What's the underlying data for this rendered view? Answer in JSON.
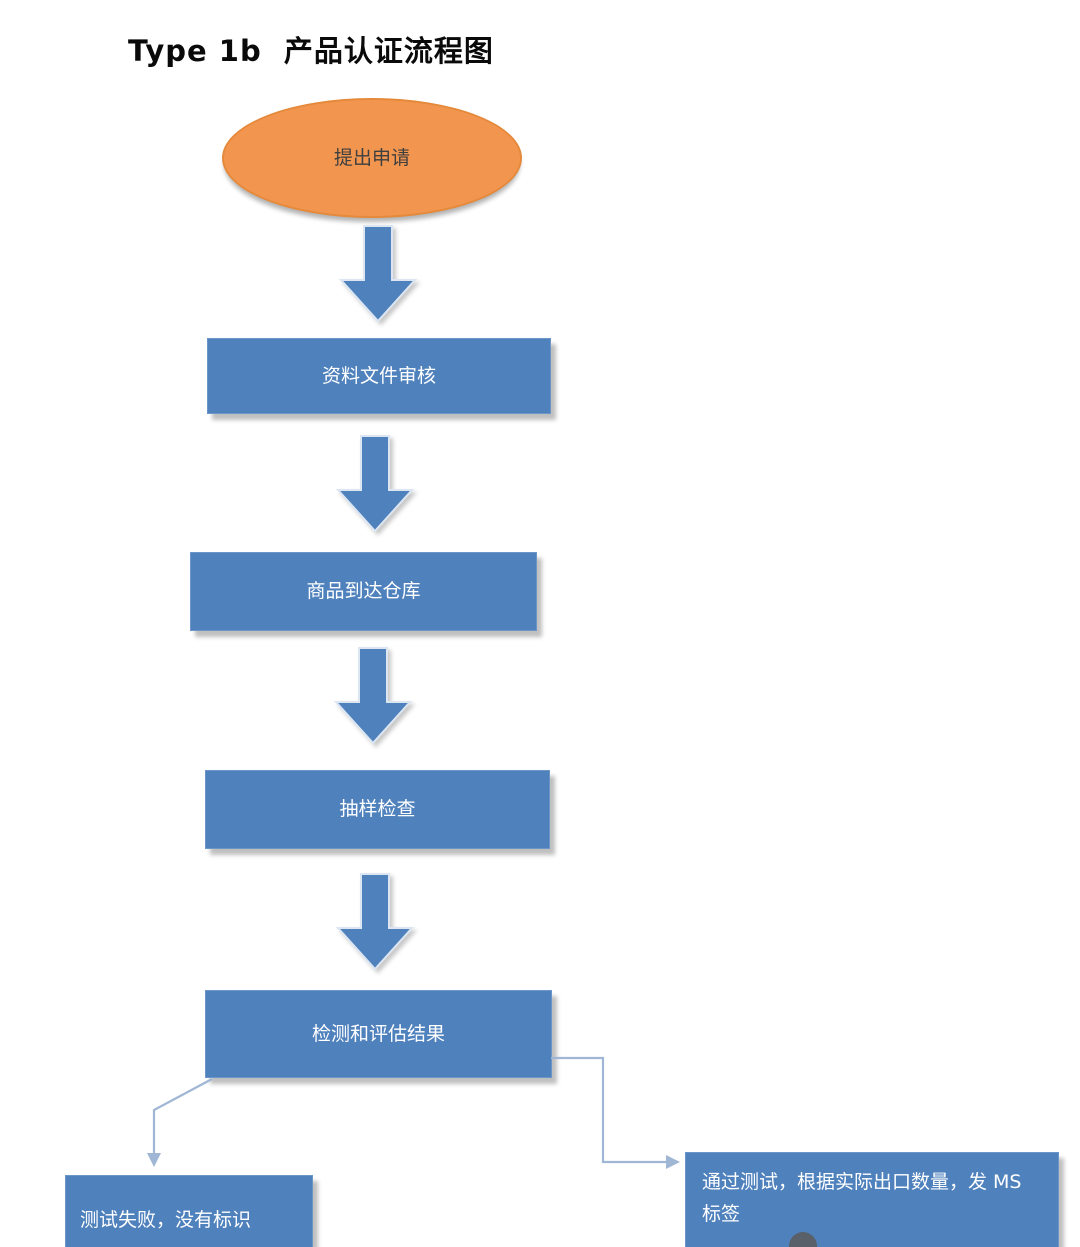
{
  "title": "Type 1b  产品认证流程图",
  "colors": {
    "background": "#FFFFFF",
    "ellipse_fill": "#F2964F",
    "ellipse_border": "#E5893B",
    "ellipse_text": "#3F3F3F",
    "box_fill": "#4F81BD",
    "box_border": "#6C96C8",
    "box_text": "#FFFFFF",
    "arrow_fill": "#4F81BD",
    "arrow_outline": "#DCE6F2",
    "connector": "#9FB6D4"
  },
  "nodes": [
    {
      "id": "start",
      "type": "ellipse",
      "label": "提出申请"
    },
    {
      "id": "document-review",
      "type": "process",
      "label": "资料文件审核"
    },
    {
      "id": "goods-arrive-warehouse",
      "type": "process",
      "label": "商品到达仓库"
    },
    {
      "id": "sampling-inspection",
      "type": "process",
      "label": "抽样检查"
    },
    {
      "id": "test-and-evaluation-result",
      "type": "process",
      "label": "检测和评估结果"
    },
    {
      "id": "test-failed-no-label",
      "type": "process",
      "label": "测试失败，没有标识"
    },
    {
      "id": "test-passed-issue-ms-label",
      "type": "process",
      "label": "通过测试，根据实际出口数量，发 MS  标签"
    }
  ]
}
